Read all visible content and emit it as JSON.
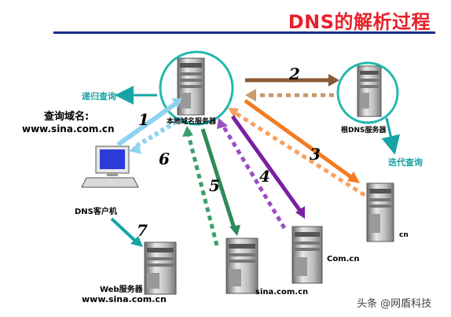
{
  "title": "DNS的解析过程",
  "labels": {
    "recursive_query": "递归查询",
    "query_domain": "查询域名:",
    "query_domain_value": "www.sina.com.cn",
    "local_dns": "本地域名服务器",
    "root_dns": "根DNS服务器",
    "iterative_query": "迭代查询",
    "dns_client": "DNS客户机",
    "web_server": "Web服务器",
    "web_server_domain": "www.sina.com.cn",
    "sina_server": "sina.com.cn",
    "comcn_server": "Com.cn",
    "cn_server": "cn"
  },
  "steps": [
    "1",
    "2",
    "3",
    "4",
    "5",
    "6",
    "7"
  ],
  "colors": {
    "title": "#e8202a",
    "rule": "#1c2f8c",
    "teal": "#17a4a4",
    "brown": "#8a5a35",
    "orange": "#f47a20",
    "purple": "#7a1fa2",
    "green": "#2d8a5a",
    "lightblue": "#8fd3ef",
    "cyan_circle": "#22b8b0"
  },
  "watermark": "头条 @网盾科技"
}
